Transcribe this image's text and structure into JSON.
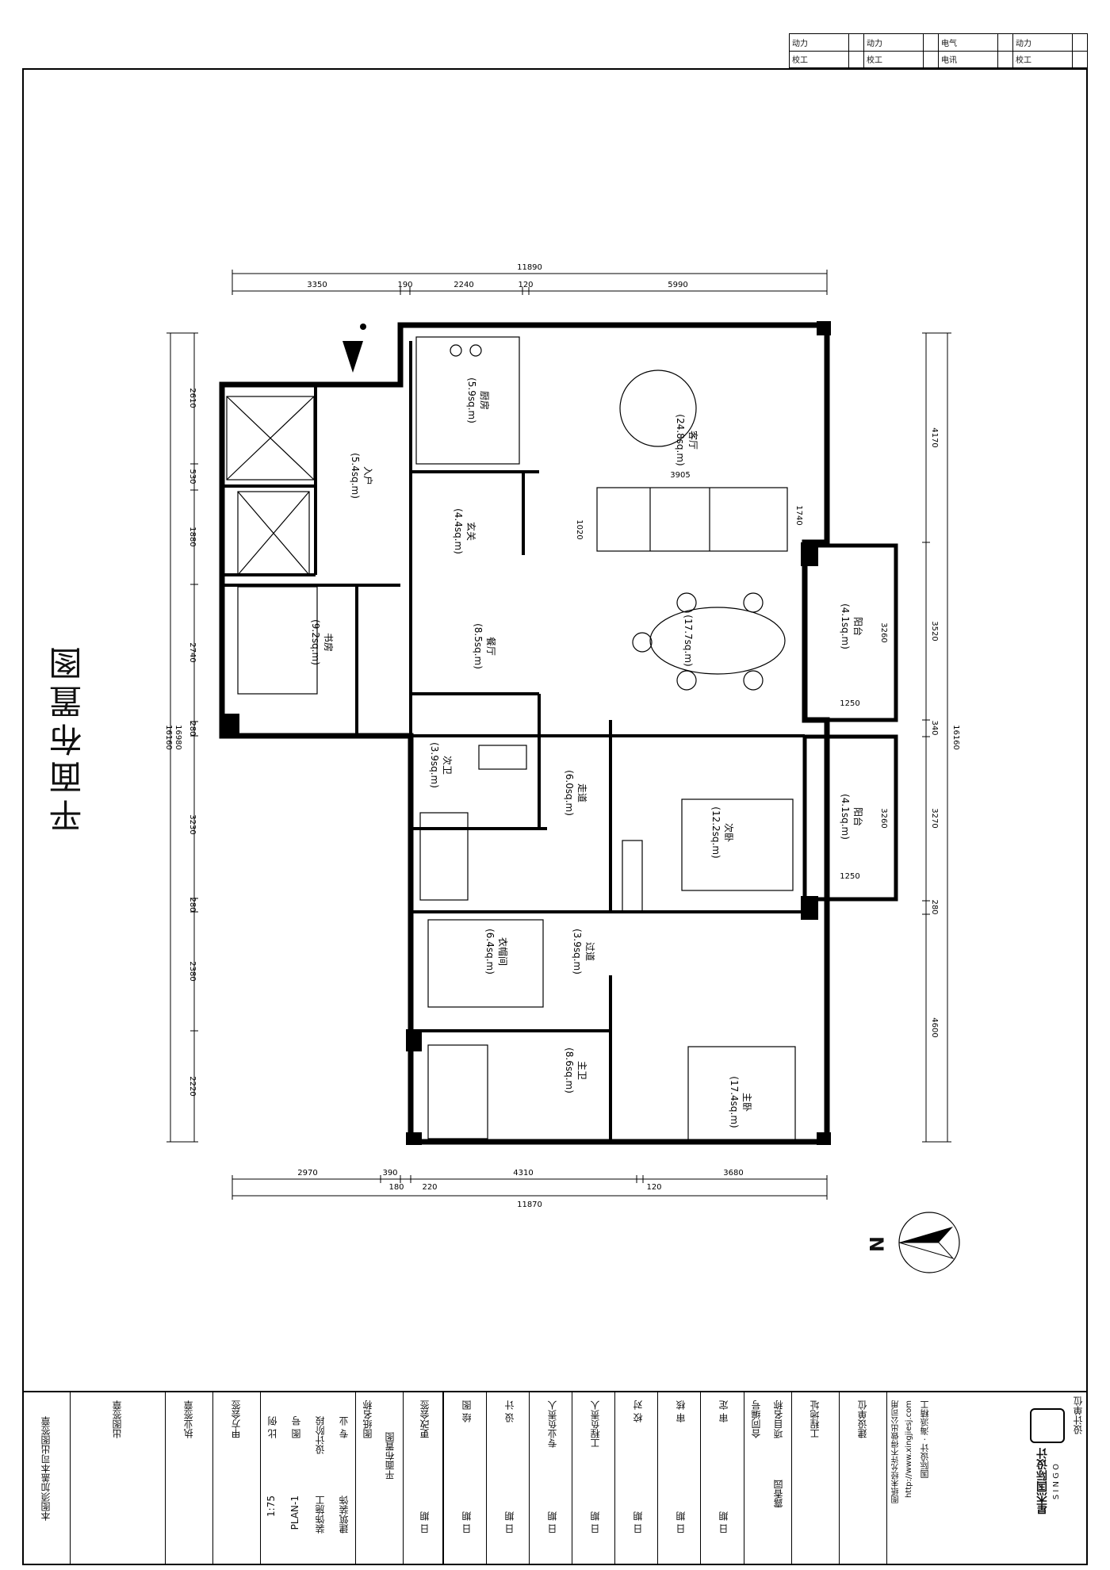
{
  "sheet_title": "平面布置图",
  "signature_table": {
    "row1": [
      "动力",
      "",
      "动力",
      "",
      "电气",
      "",
      "动力",
      ""
    ],
    "row2": [
      "校工",
      "",
      "校工",
      "",
      "电讯",
      "",
      "校工",
      ""
    ]
  },
  "dimensions": {
    "top_total": "11890",
    "top_segments": [
      "3350",
      "190",
      "2240",
      "120",
      "5990"
    ],
    "bottom_total": "11870",
    "bottom_segments": [
      "2970",
      "390",
      "180",
      "220",
      "4310",
      "120",
      "3680"
    ],
    "left_segments": [
      "2610",
      "530",
      "1880",
      "2740",
      "280",
      "3230",
      "280",
      "2380",
      "2220"
    ],
    "left_total": "16160",
    "left_total_2": "16980",
    "right_segments": [
      "4170",
      "3520",
      "340",
      "3270",
      "280",
      "4600"
    ],
    "right_total": "16160",
    "balcony_dims": [
      "3260",
      "3260",
      "1250",
      "1250"
    ],
    "living_inner": [
      "3905",
      "1740",
      "1020"
    ]
  },
  "rooms": [
    {
      "name": "厨房",
      "area": "(5.9sq.m)"
    },
    {
      "name": "客厅",
      "area": "(24.8sq.m)"
    },
    {
      "name": "入户",
      "area": "(5.4sq.m)"
    },
    {
      "name": "玄关",
      "area": "(4.4sq.m)"
    },
    {
      "name": "书房",
      "area": "(9.2sq.m)"
    },
    {
      "name": "餐厅",
      "area": "(8.5sq.m)"
    },
    {
      "name": "",
      "area": "(17.7sq.m)"
    },
    {
      "name": "阳台",
      "area": "(4.1sq.m)"
    },
    {
      "name": "阳台",
      "area": "(4.1sq.m)"
    },
    {
      "name": "次卫",
      "area": "(3.9sq.m)"
    },
    {
      "name": "走道",
      "area": "(6.0sq.m)"
    },
    {
      "name": "次卧",
      "area": "(12.2sq.m)"
    },
    {
      "name": "衣帽间",
      "area": "(6.4sq.m)"
    },
    {
      "name": "过道",
      "area": "(3.9sq.m)"
    },
    {
      "name": "主卫",
      "area": "(8.6sq.m)"
    },
    {
      "name": "主卧",
      "area": "(17.4sq.m)"
    }
  ],
  "north_label": "N",
  "title_block": {
    "seal_note": "本图须加盖本司出图签章",
    "out_seal": "出图签章",
    "practice_seal": "执业签章",
    "party_a": "甲方会签",
    "labels": {
      "scale": "比 例",
      "drawing_no": "图 号",
      "stage": "设计阶段",
      "major": "专 业"
    },
    "values": {
      "scale": "1:75",
      "drawing_no": "PLAN-1",
      "stage": "装饰施工",
      "major": "建筑装饰"
    },
    "drawing_name_label": "图纸名称",
    "drawing_name": "平面布置图",
    "change_sign": "更改会签",
    "roles": [
      "绘 图",
      "设 计",
      "专业负责人",
      "工程负责人",
      "校 对",
      "审 核",
      "审 定"
    ],
    "date_label": "日 期",
    "contract_no": "合同编号",
    "project_name_label": "项目名称",
    "project_name": "露香园",
    "site_label": "工程地址",
    "client_label": "建设单位",
    "company_note": "图纸未经允许不得做出公司用",
    "website": "http://www.xingjiesj.com",
    "company_cn": "国际设计 · 海派精工",
    "design_unit": "设计单位",
    "brand": "星杰国际设计",
    "brand_en": "S I N G O"
  }
}
